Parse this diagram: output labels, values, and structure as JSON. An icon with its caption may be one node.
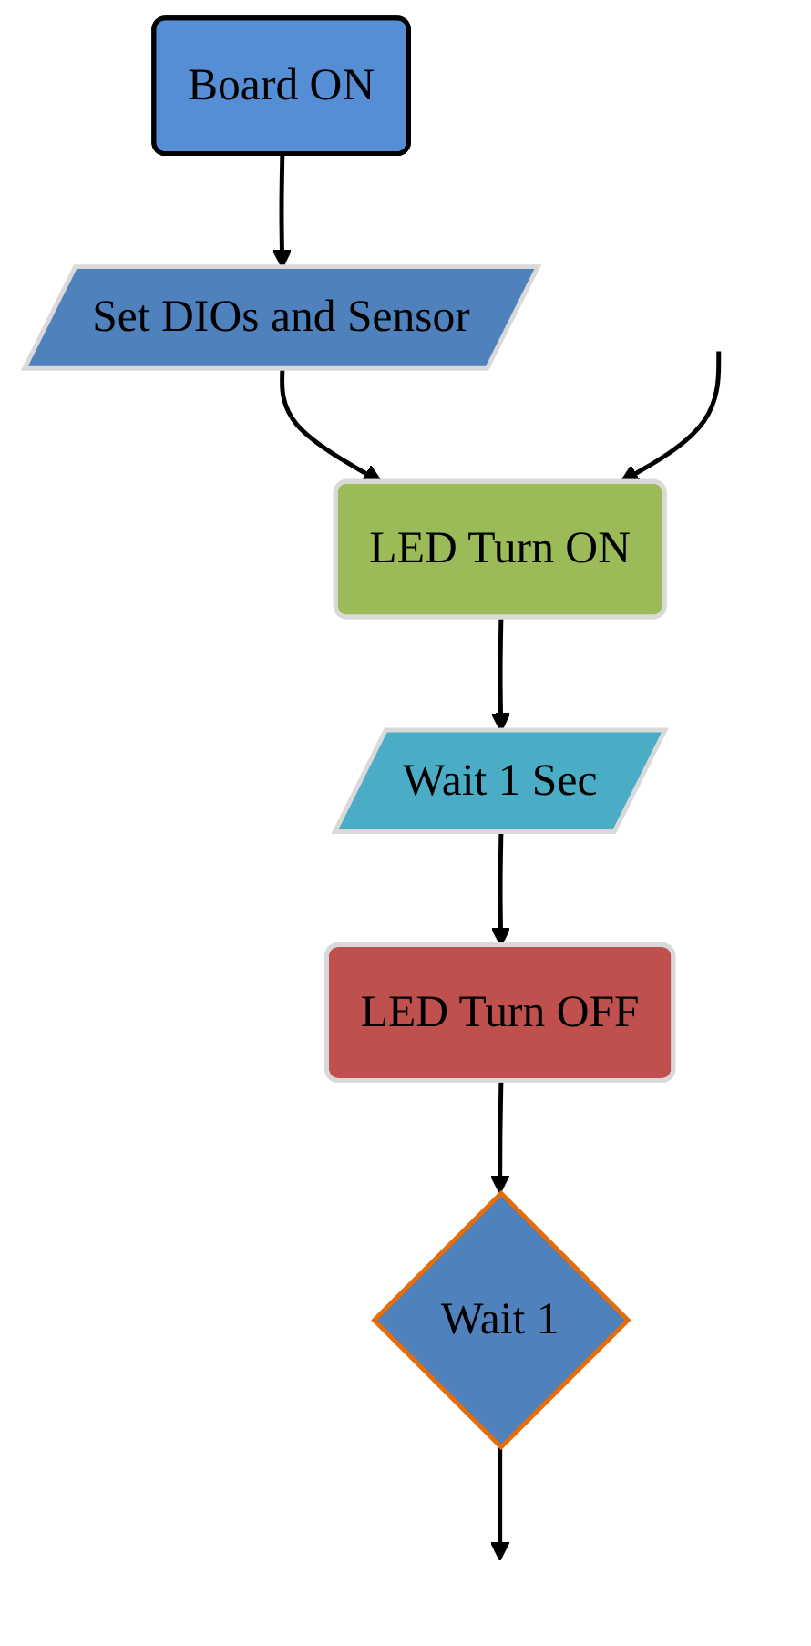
{
  "diagram": {
    "nodes": [
      {
        "text": [
          "Board ON"
        ]
      },
      {
        "text": [
          "Set DIOs and Sensor"
        ]
      },
      {
        "text": [
          "LED Turn ON"
        ]
      },
      {
        "text": [
          "Wait 1 Sec"
        ]
      },
      {
        "text": [
          "LED Turn OFF"
        ]
      },
      {
        "text": [
          "Wait 1"
        ]
      }
    ],
    "edges": [
      {
        "from": 0,
        "to": 1,
        "arrow": "to"
      },
      {
        "from": 1,
        "to": 2,
        "arrow": "to"
      },
      {
        "from": 2,
        "to": 3,
        "arrow": "to"
      },
      {
        "from": 3,
        "to": 4,
        "arrow": "to"
      },
      {
        "from": 4,
        "to": 5,
        "arrow": "to"
      },
      {
        "from": 5,
        "to": null,
        "arrow": "to"
      },
      {
        "from": null,
        "to": 2,
        "arrow": "to"
      }
    ]
  }
}
